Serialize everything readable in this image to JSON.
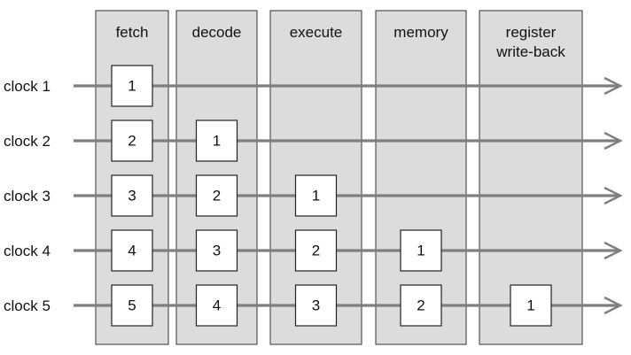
{
  "diagram": {
    "stages": [
      {
        "lines": [
          "fetch"
        ]
      },
      {
        "lines": [
          "decode"
        ]
      },
      {
        "lines": [
          "execute"
        ]
      },
      {
        "lines": [
          "memory"
        ]
      },
      {
        "lines": [
          "register",
          "write-back"
        ]
      }
    ],
    "clocks": [
      {
        "label": "clock 1",
        "cells": [
          "1"
        ]
      },
      {
        "label": "clock 2",
        "cells": [
          "2",
          "1"
        ]
      },
      {
        "label": "clock 3",
        "cells": [
          "3",
          "2",
          "1"
        ]
      },
      {
        "label": "clock 4",
        "cells": [
          "4",
          "3",
          "2",
          "1"
        ]
      },
      {
        "label": "clock 5",
        "cells": [
          "5",
          "4",
          "3",
          "2",
          "1"
        ]
      }
    ],
    "colors": {
      "stage_fill": "#dcdcdc",
      "stage_border": "#333333",
      "timeline": "#7f7f7f",
      "box_fill": "#ffffff",
      "text": "#111111"
    }
  }
}
